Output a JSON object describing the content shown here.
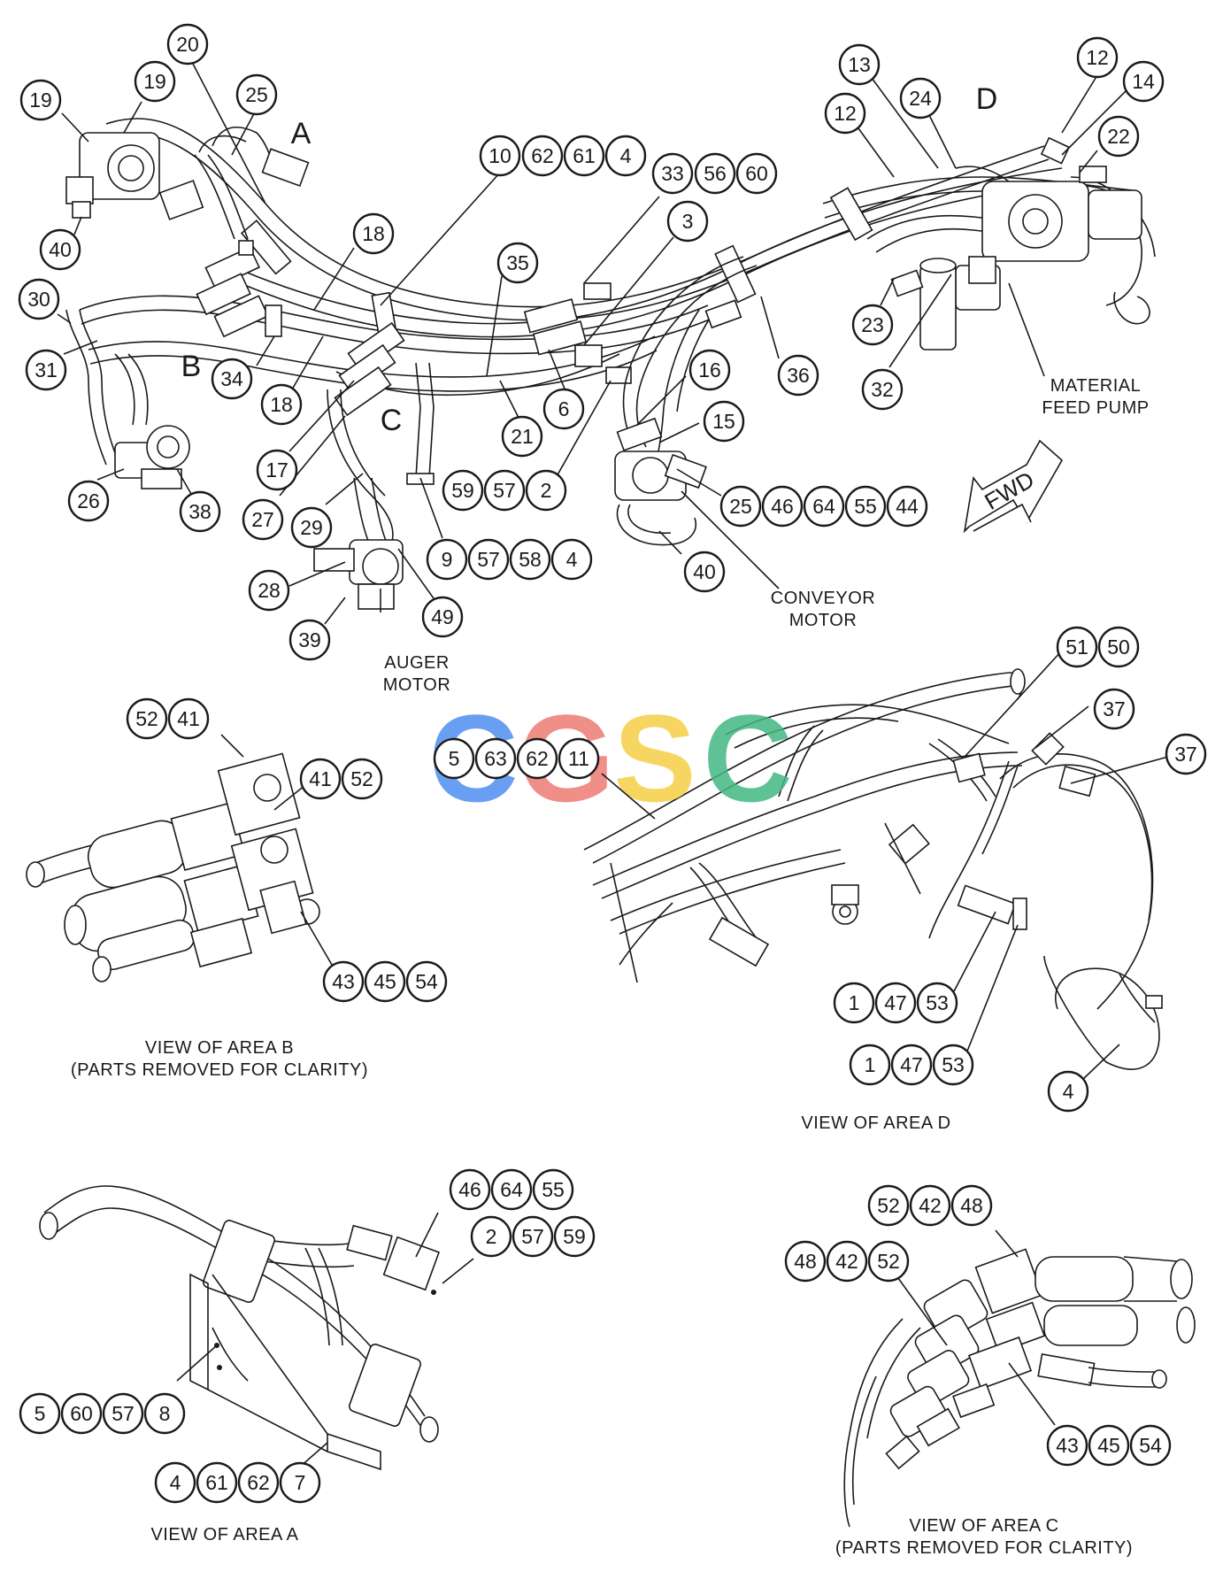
{
  "area_letters": [
    "A",
    "B",
    "C",
    "D"
  ],
  "labels": {
    "material_feed_pump": [
      "MATERIAL",
      "FEED PUMP"
    ],
    "conveyor_motor": [
      "CONVEYOR",
      "MOTOR"
    ],
    "auger_motor": [
      "AUGER",
      "MOTOR"
    ],
    "fwd": "FWD"
  },
  "captions": {
    "view_b": [
      "VIEW OF AREA B",
      "(PARTS REMOVED FOR CLARITY)"
    ],
    "view_d": [
      "VIEW OF AREA D"
    ],
    "view_a": [
      "VIEW OF AREA A"
    ],
    "view_c": [
      "VIEW OF AREA C",
      "(PARTS REMOVED FOR CLARITY)"
    ]
  },
  "callouts": {
    "c19a": "19",
    "c19b": "19",
    "c20": "20",
    "c25a": "25",
    "c40a": "40",
    "c18a": "18",
    "c18b": "18",
    "c30": "30",
    "c31": "31",
    "c34": "34",
    "c26": "26",
    "c38": "38",
    "c10": "10",
    "c62a": "62",
    "c61a": "61",
    "c4a": "4",
    "c35": "35",
    "c33": "33",
    "c56": "56",
    "c60a": "60",
    "c3": "3",
    "c17": "17",
    "c27": "27",
    "c29": "29",
    "c21": "21",
    "c6": "6",
    "c59a": "59",
    "c57a": "57",
    "c2a": "2",
    "c9": "9",
    "c57b": "57",
    "c58": "58",
    "c4b": "4",
    "c28": "28",
    "c39": "39",
    "c49": "49",
    "c16": "16",
    "c15": "15",
    "c25b": "25",
    "c46a": "46",
    "c64a": "64",
    "c55a": "55",
    "c44": "44",
    "c40b": "40",
    "c36": "36",
    "c13": "13",
    "c12a": "12",
    "c12b": "12",
    "c24": "24",
    "c14": "14",
    "c22": "22",
    "c23": "23",
    "c32": "32",
    "c52a": "52",
    "c41a": "41",
    "c41b": "41",
    "c52b": "52",
    "c43a": "43",
    "c45a": "45",
    "c54a": "54",
    "c5a": "5",
    "c63": "63",
    "c62b": "62",
    "c11": "11",
    "c51": "51",
    "c50": "50",
    "c37a": "37",
    "c37b": "37",
    "c1a": "1",
    "c47a": "47",
    "c53a": "53",
    "c1b": "1",
    "c47b": "47",
    "c53b": "53",
    "c4c": "4",
    "c46b": "46",
    "c64b": "64",
    "c55b": "55",
    "c2b": "2",
    "c57c": "57",
    "c59b": "59",
    "c5b": "5",
    "c60b": "60",
    "c57d": "57",
    "c8": "8",
    "c4d": "4",
    "c61b": "61",
    "c62c": "62",
    "c7": "7",
    "c52c": "52",
    "c42a": "42",
    "c48a": "48",
    "c48b": "48",
    "c42b": "42",
    "c52d": "52",
    "c43b": "43",
    "c45b": "45",
    "c54b": "54"
  },
  "watermark": {
    "letters": [
      "C",
      "G",
      "S",
      "C"
    ],
    "colors": [
      "#4f8ff0",
      "#ee7b74",
      "#f5cf45",
      "#42b883"
    ]
  }
}
